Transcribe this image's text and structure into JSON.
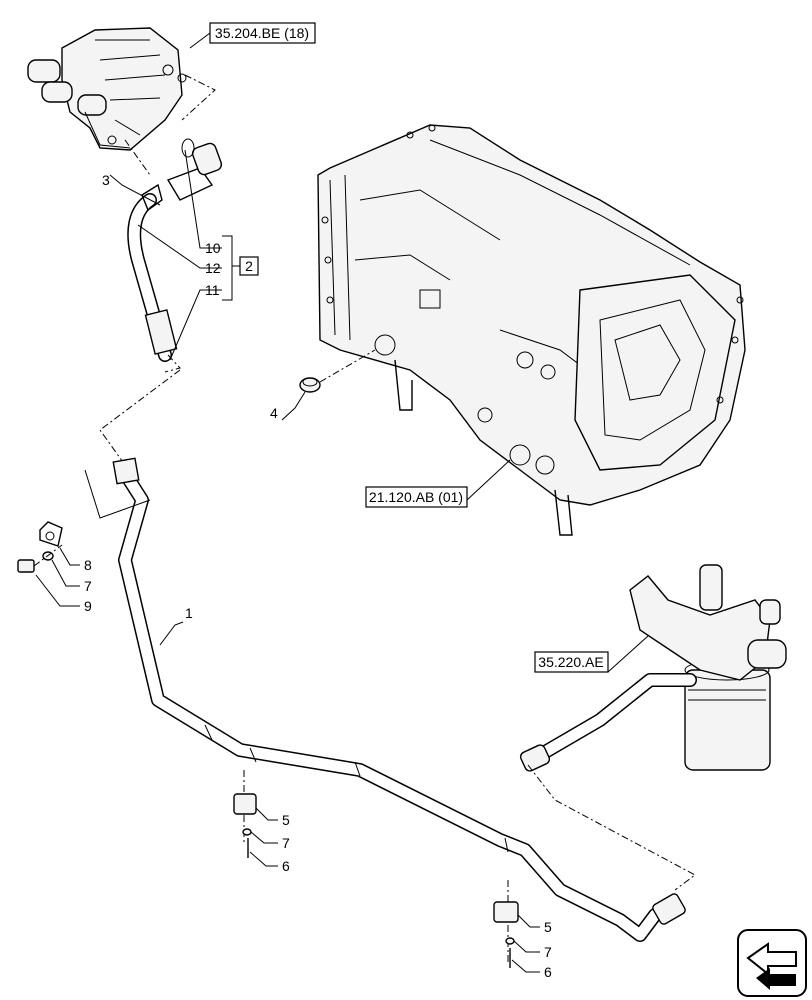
{
  "refs": {
    "valve_ref": "35.204.BE (18)",
    "housing_ref": "21.120.AB (01)",
    "filter_ref": "35.220.AE",
    "group_ref": "2"
  },
  "callouts": {
    "c1": "1",
    "c2": "2",
    "c3": "3",
    "c4": "4",
    "c5a": "5",
    "c5b": "5",
    "c6a": "6",
    "c6b": "6",
    "c7a": "7",
    "c7b": "7",
    "c7c": "7",
    "c8": "8",
    "c9": "9",
    "c10": "10",
    "c11": "11",
    "c12": "12"
  },
  "icons": {
    "nav": "direction-arrow-icon"
  }
}
